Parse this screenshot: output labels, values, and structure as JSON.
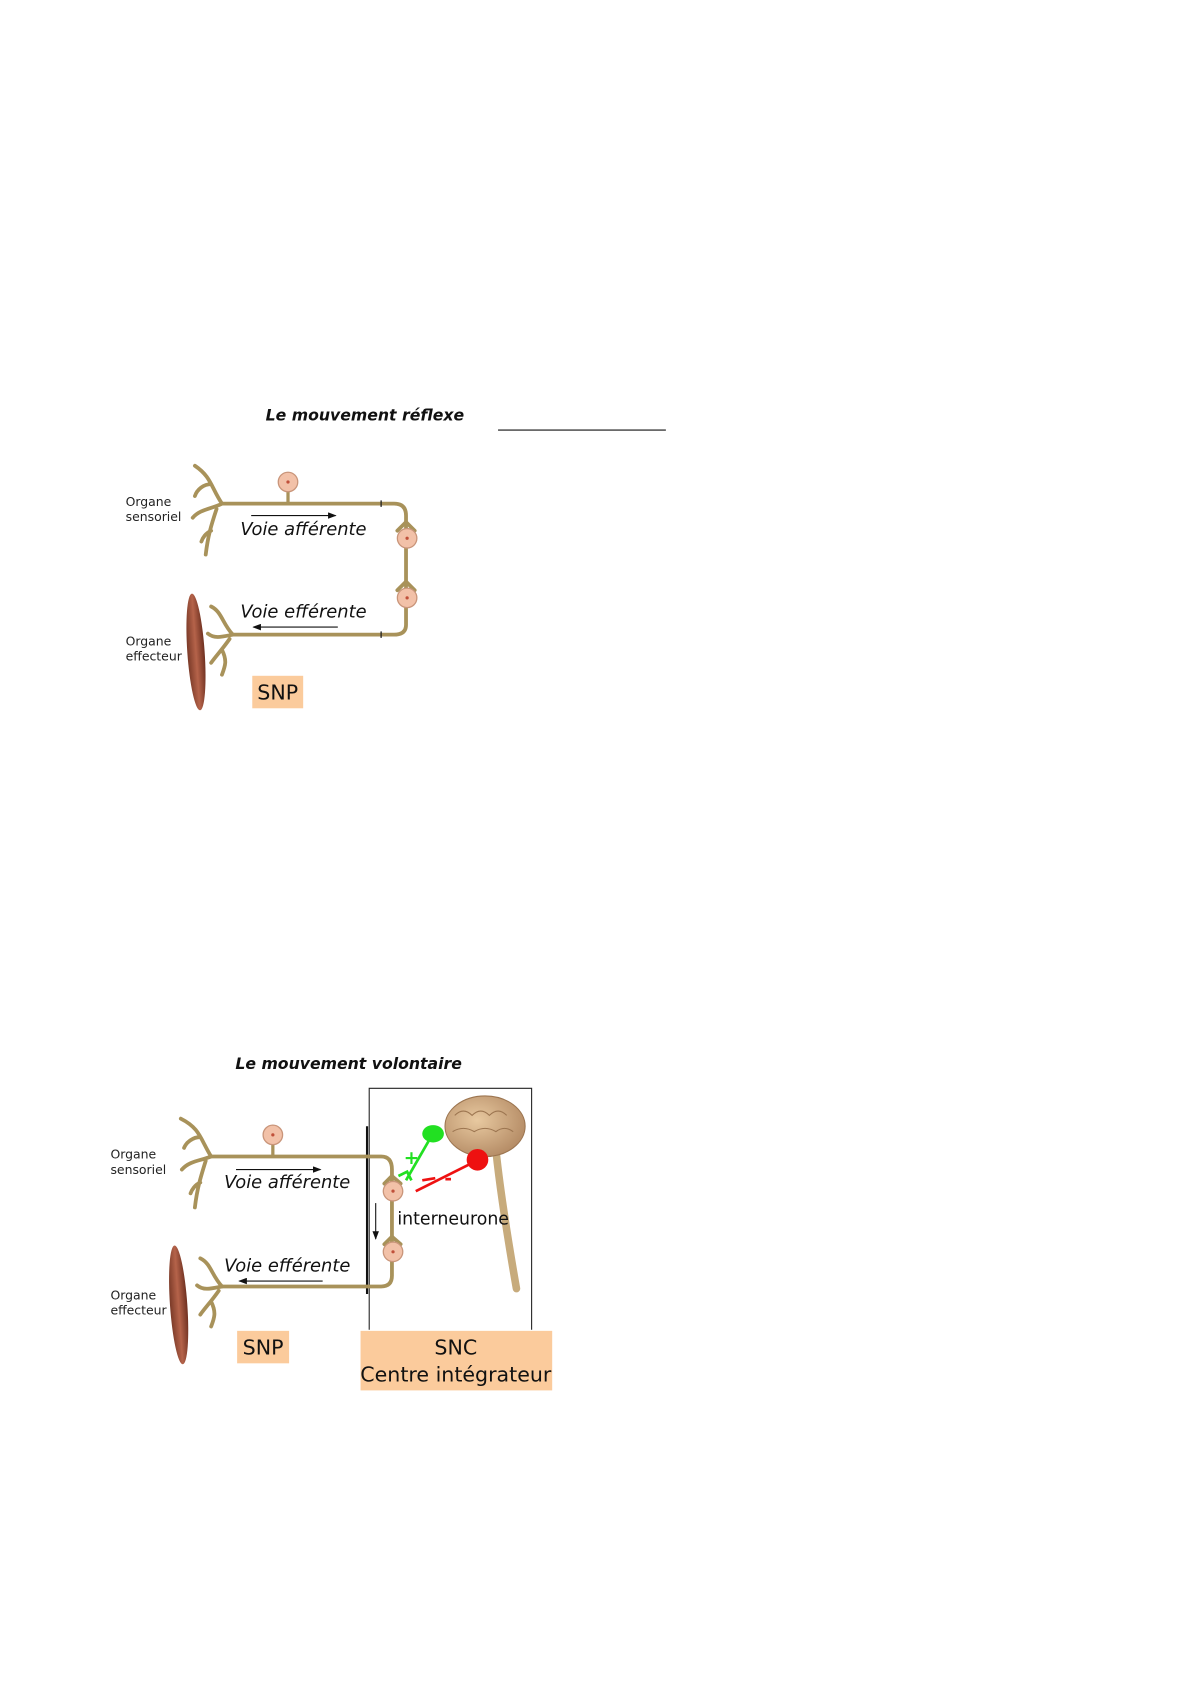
{
  "reflex": {
    "title": "Le mouvement réflexe",
    "sensory_label_1": "Organe",
    "sensory_label_2": "sensoriel",
    "effector_label_1": "Organe",
    "effector_label_2": "effecteur",
    "afferent": "Voie afférente",
    "efferent": "Voie efférente",
    "snp": "SNP"
  },
  "voluntary": {
    "title": "Le mouvement volontaire",
    "sensory_label_1": "Organe",
    "sensory_label_2": "sensoriel",
    "effector_label_1": "Organe",
    "effector_label_2": "effecteur",
    "afferent": "Voie afférente",
    "efferent": "Voie efférente",
    "interneuron": "interneurone",
    "plus": "+",
    "minus": "-",
    "snp": "SNP",
    "snc": "SNC",
    "snc_sub": "Centre intégrateur"
  },
  "colors": {
    "box_fill": "#fbcb9c",
    "excitatory": "#22e022",
    "inhibitory": "#ee1111"
  }
}
